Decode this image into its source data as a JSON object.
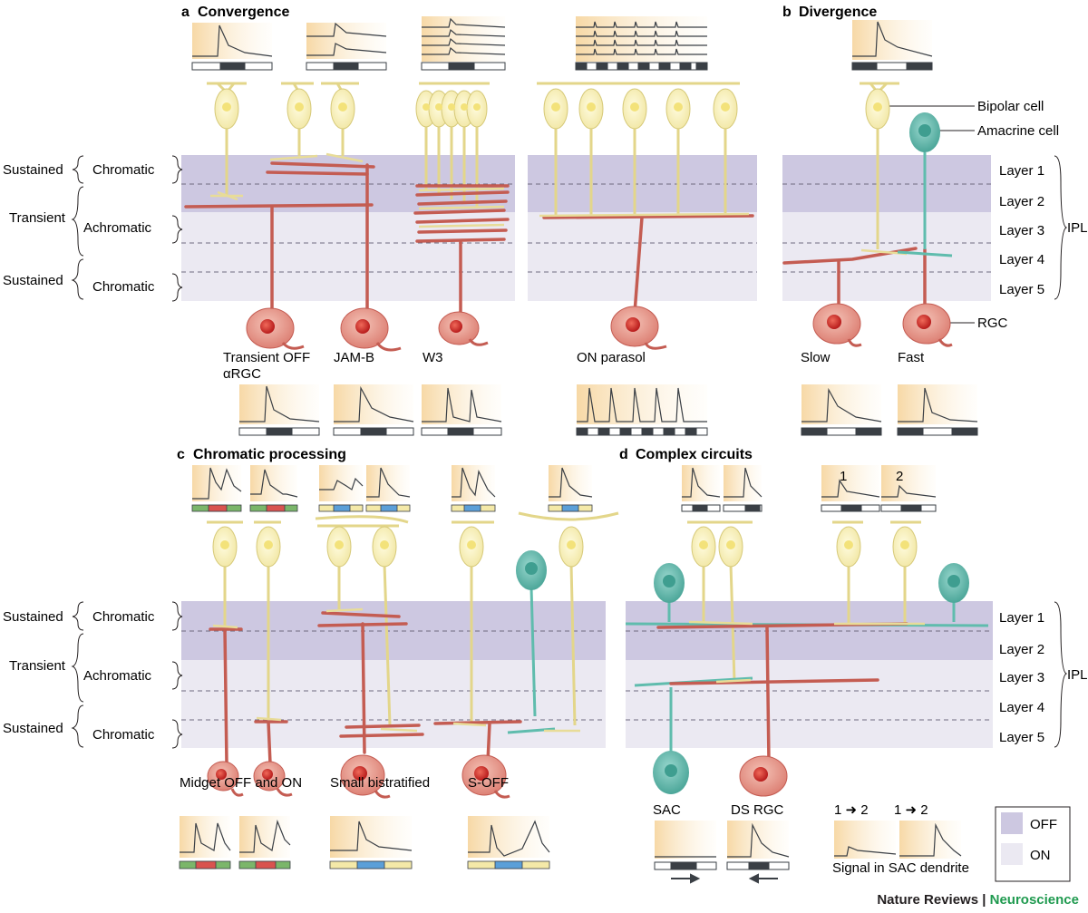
{
  "panels": {
    "a": {
      "letter": "a",
      "title": "Convergence"
    },
    "b": {
      "letter": "b",
      "title": "Divergence"
    },
    "c": {
      "letter": "c",
      "title": "Chromatic processing"
    },
    "d": {
      "letter": "d",
      "title": "Complex circuits"
    }
  },
  "left_labels": {
    "sustained_top": "Sustained",
    "transient": "Transient",
    "sustained_bottom": "Sustained",
    "chromatic_top": "Chromatic",
    "achromatic": "Achromatic",
    "chromatic_bottom": "Chromatic"
  },
  "layers": [
    "Layer 1",
    "Layer 2",
    "Layer 3",
    "Layer 4",
    "Layer 5"
  ],
  "ipl": "IPL",
  "cell_labels": {
    "bipolar": "Bipolar cell",
    "amacrine": "Amacrine cell",
    "rgc": "RGC"
  },
  "cells_a": [
    "Transient OFF",
    "αRGC",
    "JAM-B",
    "W3",
    "ON parasol"
  ],
  "cells_b": [
    "Slow",
    "Fast"
  ],
  "cells_c": [
    "Midget OFF and ON",
    "Small bistratified",
    "S-OFF"
  ],
  "cells_d": [
    "SAC",
    "DS RGC"
  ],
  "d_sequence": {
    "step1": "1",
    "step2": "2",
    "seq_a": "1 ➜ 2",
    "seq_b": "1 ➜ 2",
    "caption": "Signal in SAC dendrite"
  },
  "legend": {
    "off": "OFF",
    "on": "ON",
    "off_color": "#cdc8e1",
    "on_color": "#ebe9f2"
  },
  "footer": {
    "journal": "Nature Reviews",
    "sep": " | ",
    "subject": "Neuroscience"
  },
  "colors": {
    "bipolar": "#faf5c0",
    "rgc": "#e89a8a",
    "amacrine": "#5fbcad",
    "nucleus_red": "#c02a2a"
  }
}
